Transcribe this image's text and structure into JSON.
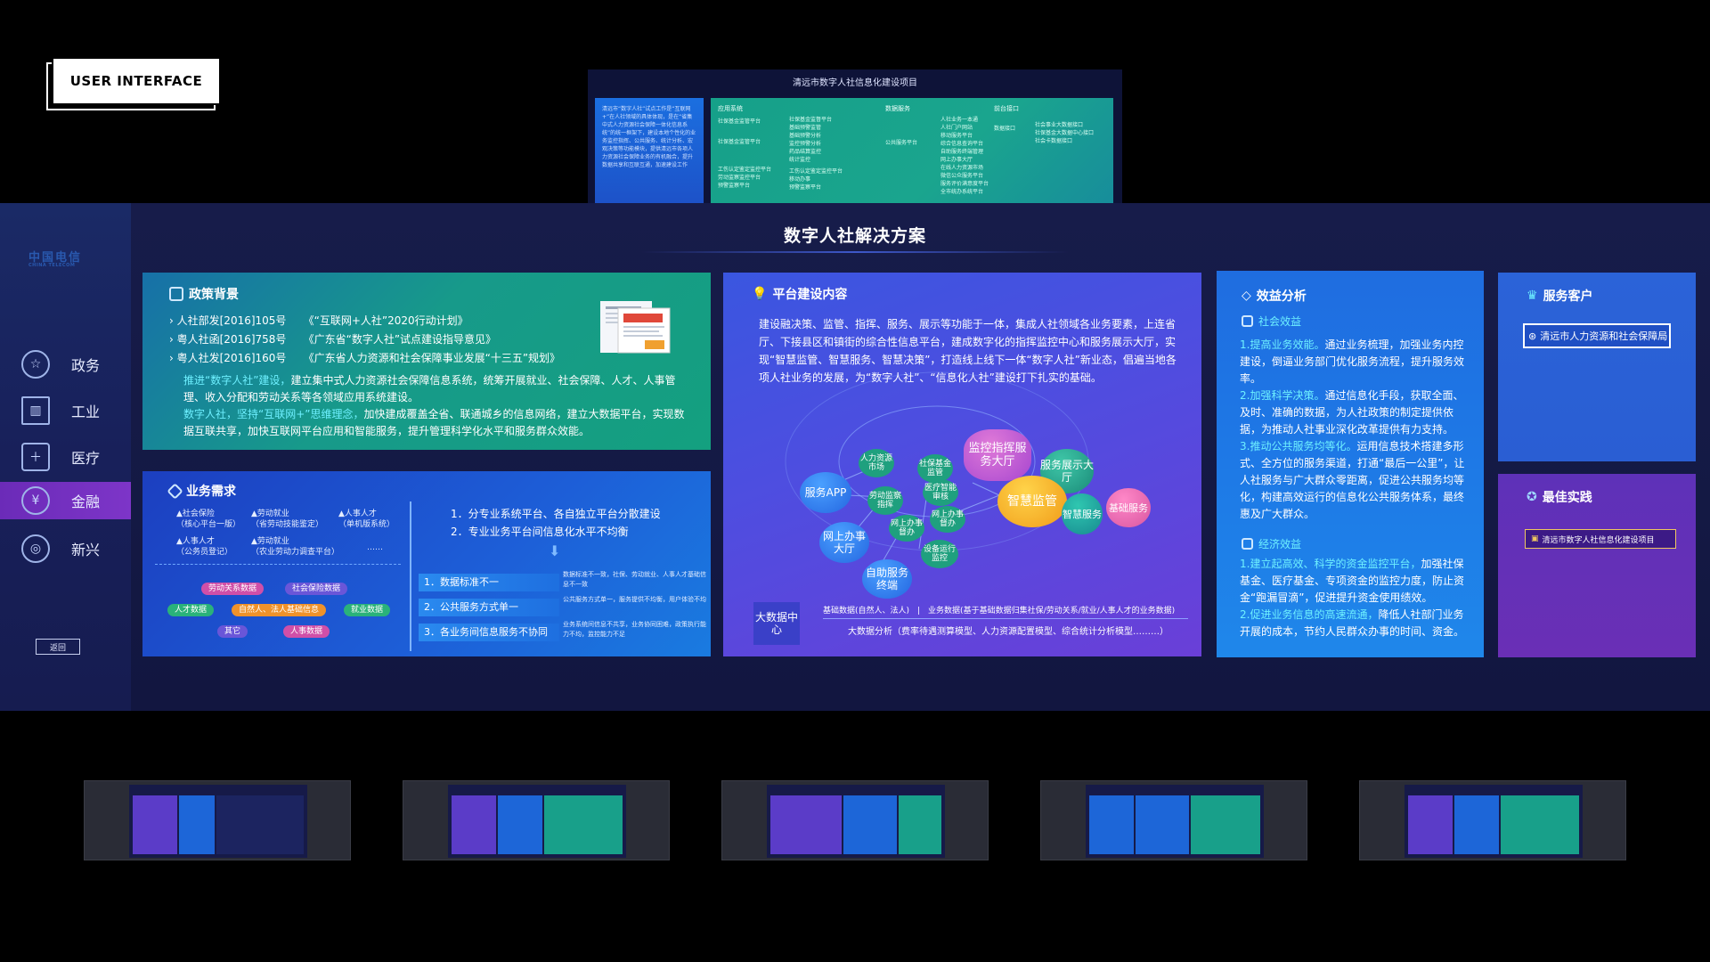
{
  "ui_label": "USER INTERFACE",
  "preview_top": {
    "title": "清远市数字人社信息化建设项目",
    "left_text": "清远市“数字人社”试点工作是“互联网+”在人社领域的具体体现，是在“省集中式人力资源社会保障一体化信息系统”的统一框架下，建设本地个性化的业务监控指挥、公共服务、统计分析、宏观决策等功能模块，提供清远市各项人力资源社会保障业务的有机融合，提升数据共享和互联互通，加速建设工作",
    "col1_head": "应用系统",
    "col1_items": [
      "社保基金监管平台",
      "社保基金监管平台",
      "工伤认定鉴定监控平台",
      "劳动监察监控平台",
      "预警监察平台"
    ],
    "col1b_items": [
      "社保基金监督平台",
      "基础预警监管",
      "基础预警分析",
      "监控预警分析",
      "药品结算监控",
      "统计监控",
      "工伤认定鉴定监控平台",
      "移动办事",
      "预警监察平台"
    ],
    "col2_head": "数据服务",
    "col2_items": [
      "公共服务平台"
    ],
    "col2b_items": [
      "人社业务一本通",
      "人社门户网站",
      "移动服务平台",
      "综合信息查询平台",
      "自助服务终端管理",
      "网上办事大厅",
      "在线人力资源市场",
      "微信公众服务平台",
      "服务评价满意度平台",
      "全市统办系统平台"
    ],
    "col3_head": "前台接口",
    "col3_items": [
      "数据接口"
    ],
    "col3b_items": [
      "社会事业大数据接口",
      "社保基金大数据中心接口",
      "社会卡数据接口"
    ]
  },
  "sidebar": {
    "logo": "中国电信",
    "logo_en": "CHINA TELECOM",
    "items": [
      {
        "label": "政务",
        "icon": "government-icon"
      },
      {
        "label": "工业",
        "icon": "industry-icon"
      },
      {
        "label": "医疗",
        "icon": "medical-icon"
      },
      {
        "label": "金融",
        "icon": "finance-icon",
        "active": true
      },
      {
        "label": "新兴",
        "icon": "emerging-icon"
      }
    ],
    "back": "返回"
  },
  "page_title": "数字人社解决方案",
  "policy": {
    "title": "政策背景",
    "docs": [
      {
        "id": "人社部发[2016]105号",
        "name": "《“互联网+人社”2020行动计划》"
      },
      {
        "id": "粤人社函[2016]758号",
        "name": "《广东省“数字人社”试点建设指导意见》"
      },
      {
        "id": "粤人社发[2016]160号",
        "name": "《广东省人力资源和社会保障事业发展“十三五”规划》"
      }
    ],
    "para1_hl": "推进“数字人社”建设，",
    "para1": "建立集中式人力资源社会保障信息系统，统筹开展就业、社会保障、人才、人事管理、收入分配和劳动关系等各领域应用系统建设。",
    "para2_hl": "数字人社，坚持“互联网+”思维理念，",
    "para2": "加快建成覆盖全省、联通城乡的信息网络，建立大数据平台，实现数据互联共享，加快互联网平台应用和智能服务，提升管理科学化水平和服务群众效能。"
  },
  "needs": {
    "title": "业务需求",
    "sys": [
      {
        "name": "社会保险",
        "sub": "（核心平台一版）"
      },
      {
        "name": "劳动就业",
        "sub": "（省劳动技能鉴定）"
      },
      {
        "name": "人事人才",
        "sub": "（单机版系统）"
      },
      {
        "name": "人事人才",
        "sub": "（公务员登记）"
      },
      {
        "name": "劳动就业",
        "sub": "（农业劳动力调查平台）"
      }
    ],
    "ellipsis": "……",
    "tags": [
      "劳动关系数据",
      "社会保险数据",
      "人才数据",
      "自然人、法人基础信息",
      "就业数据",
      "其它",
      "人事数据"
    ],
    "points": [
      "1．分专业系统平台、各自独立平台分散建设",
      "2．专业业务平台间信息化水平不均衡"
    ],
    "problems": [
      {
        "label": "1．数据标准不一",
        "desc": "数据标准不一致，社保、劳动就业、人事人才基础信息不一致"
      },
      {
        "label": "2．公共服务方式单一",
        "desc": "公共服务方式单一，服务提供不均衡，用户体验不均"
      },
      {
        "label": "3．各业务间信息服务不协同",
        "desc": "业务系统间信息不共享，业务协同困难，政策执行能力不均，监控能力不足"
      }
    ]
  },
  "platform": {
    "title": "平台建设内容",
    "para": "建设融决策、监管、指挥、服务、展示等功能于一体，集成人社领域各业务要素，上连省厅、下接县区和镇街的综合性信息平台，建成数字化的指挥监控中心和服务展示大厅，实现“智慧监管、智慧服务、智慧决策”，打造线上线下一体“数字人社”新业态，倡遍当地各项人社业务的发展，为“数字人社”、“信息化人社”建设打下扎实的基础。",
    "bubbles": {
      "center": "智慧监管",
      "monitor": "监控指挥服务大厅",
      "showroom": "服务展示大厅",
      "smart_service": "智慧服务",
      "basic_service": "基础服务",
      "app": "服务APP",
      "hr_market": "人力资源市场",
      "fund": "社保基金监管",
      "labor": "劳动监察指挥",
      "medical": "医疗智能审核",
      "online_supervise": "网上办事督办",
      "online_supervise2": "网上办事督办",
      "online_hall": "网上办事大厅",
      "device": "设备运行监控",
      "kiosk": "自助服务终端"
    },
    "bigdata": "大数据中心",
    "bigdata_row1": "基础数据(自然人、法人)　|　业务数据(基于基础数据归集社保/劳动关系/就业/人事人才的业务数据)",
    "bigdata_row2": "大数据分析（费率待遇测算模型、人力资源配置模型、综合统计分析模型………）"
  },
  "benefit": {
    "title": "效益分析",
    "social": "社会效益",
    "social_items": [
      {
        "hl": "1.提高业务效能。",
        "txt": "通过业务梳理，加强业务内控建设，倒逼业务部门优化服务流程，提升服务效率。"
      },
      {
        "hl": "2.加强科学决策。",
        "txt": "通过信息化手段，获取全面、及时、准确的数据，为人社政策的制定提供依据，为推动人社事业深化改革提供有力支持。"
      },
      {
        "hl": "3.推动公共服务均等化。",
        "txt": "运用信息技术搭建多形式、全方位的服务渠道，打通“最后一公里”，让人社服务与广大群众零距离，促进公共服务均等化，构建高效运行的信息化公共服务体系，最终惠及广大群众。"
      }
    ],
    "economic": "经济效益",
    "economic_items": [
      {
        "hl": "1.建立起高效、科学的资金监控平台，",
        "txt": "加强社保基金、医疗基金、专项资金的监控力度，防止资金“跑漏冒滴”，促进提升资金使用绩效。"
      },
      {
        "hl": "2.促进业务信息的高速流通，",
        "txt": "降低人社部门业务开展的成本，节约人民群众办事的时间、资金。"
      }
    ]
  },
  "client": {
    "title": "服务客户",
    "name": "清远市人力资源和社会保障局"
  },
  "best": {
    "title": "最佳实践",
    "name": "清远市数字人社信息化建设项目"
  },
  "colors": {
    "accent": "#6ef0ff",
    "active_nav": "#7d35c8",
    "policy_green": "#14a07f",
    "needs_blue": "#1d5fd8",
    "best_purple": "#6a2fb6"
  }
}
